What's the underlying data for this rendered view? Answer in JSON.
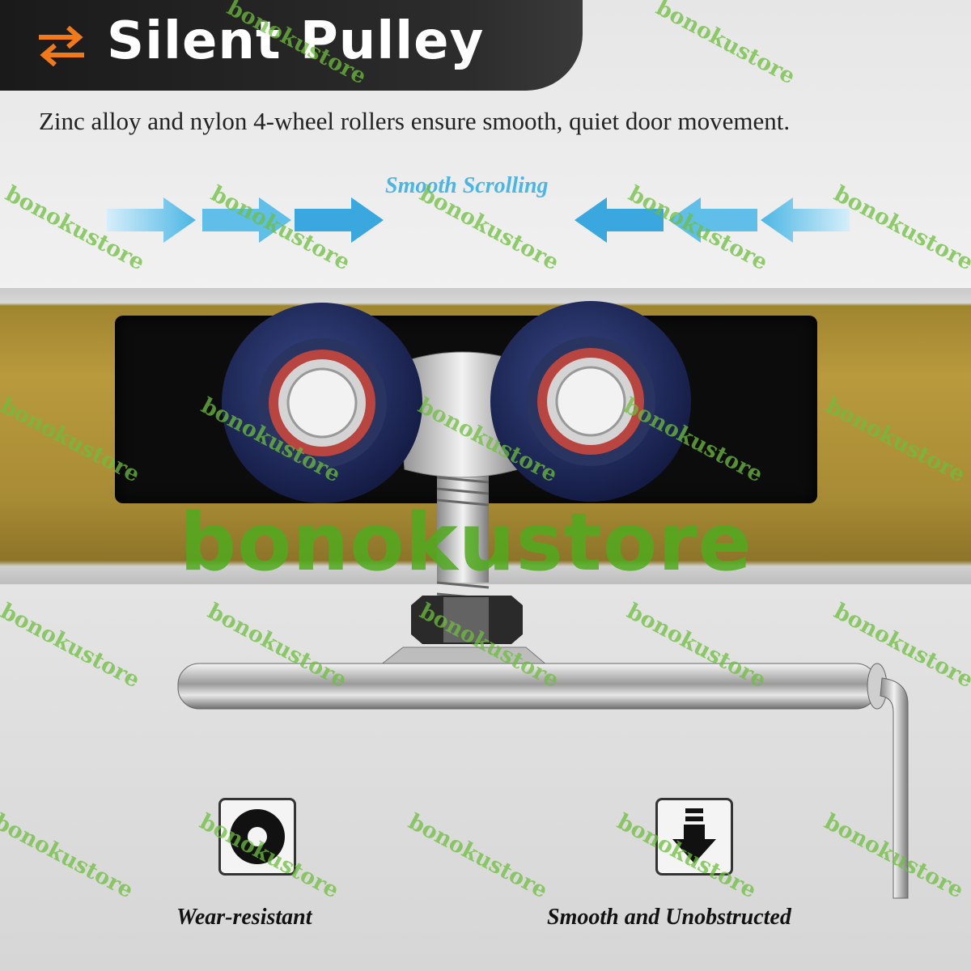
{
  "header": {
    "title": "Silent Pulley",
    "icon": "swap-arrows-icon"
  },
  "subtitle": "Zinc alloy and nylon 4-wheel rollers ensure smooth, quiet door movement.",
  "scroll_label": "Smooth Scrolling",
  "watermark": "bonokustore",
  "features": [
    {
      "label": "Wear-resistant",
      "icon": "washer-icon"
    },
    {
      "label": "Smooth and Unobstructed",
      "icon": "down-arrow-icon"
    }
  ],
  "colors": {
    "accent": "#f07a1a",
    "arrow_blue": "#4bb6e4",
    "wheel": "#1c2a5c",
    "bearing": "#c54a44",
    "watermark": "#6fbe3c"
  }
}
